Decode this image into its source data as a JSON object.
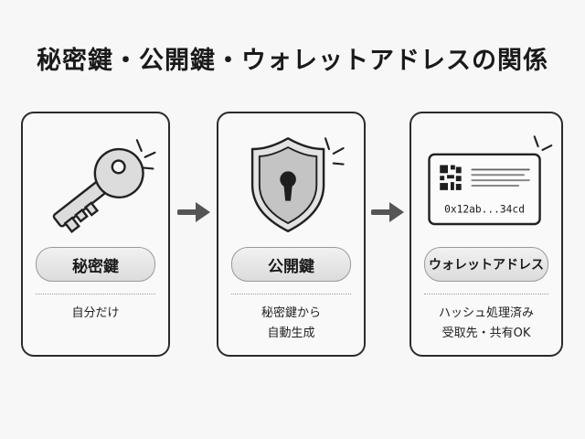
{
  "title": "秘密鍵・公開鍵・ウォレットアドレスの関係",
  "cards": [
    {
      "icon": "key-icon",
      "label": "秘密鍵",
      "description": [
        "自分だけ"
      ]
    },
    {
      "icon": "shield-lock-icon",
      "label": "公開鍵",
      "description": [
        "秘密鍵から",
        "自動生成"
      ]
    },
    {
      "icon": "wallet-address-card-icon",
      "label": "ウォレットアドレス",
      "address": "0x12ab...34cd",
      "description": [
        "ハッシュ処理済み",
        "受取先・共有OK"
      ]
    }
  ],
  "colors": {
    "border": "#2b2b2b",
    "arrow": "#555555",
    "pill": "#e4e4e4"
  }
}
